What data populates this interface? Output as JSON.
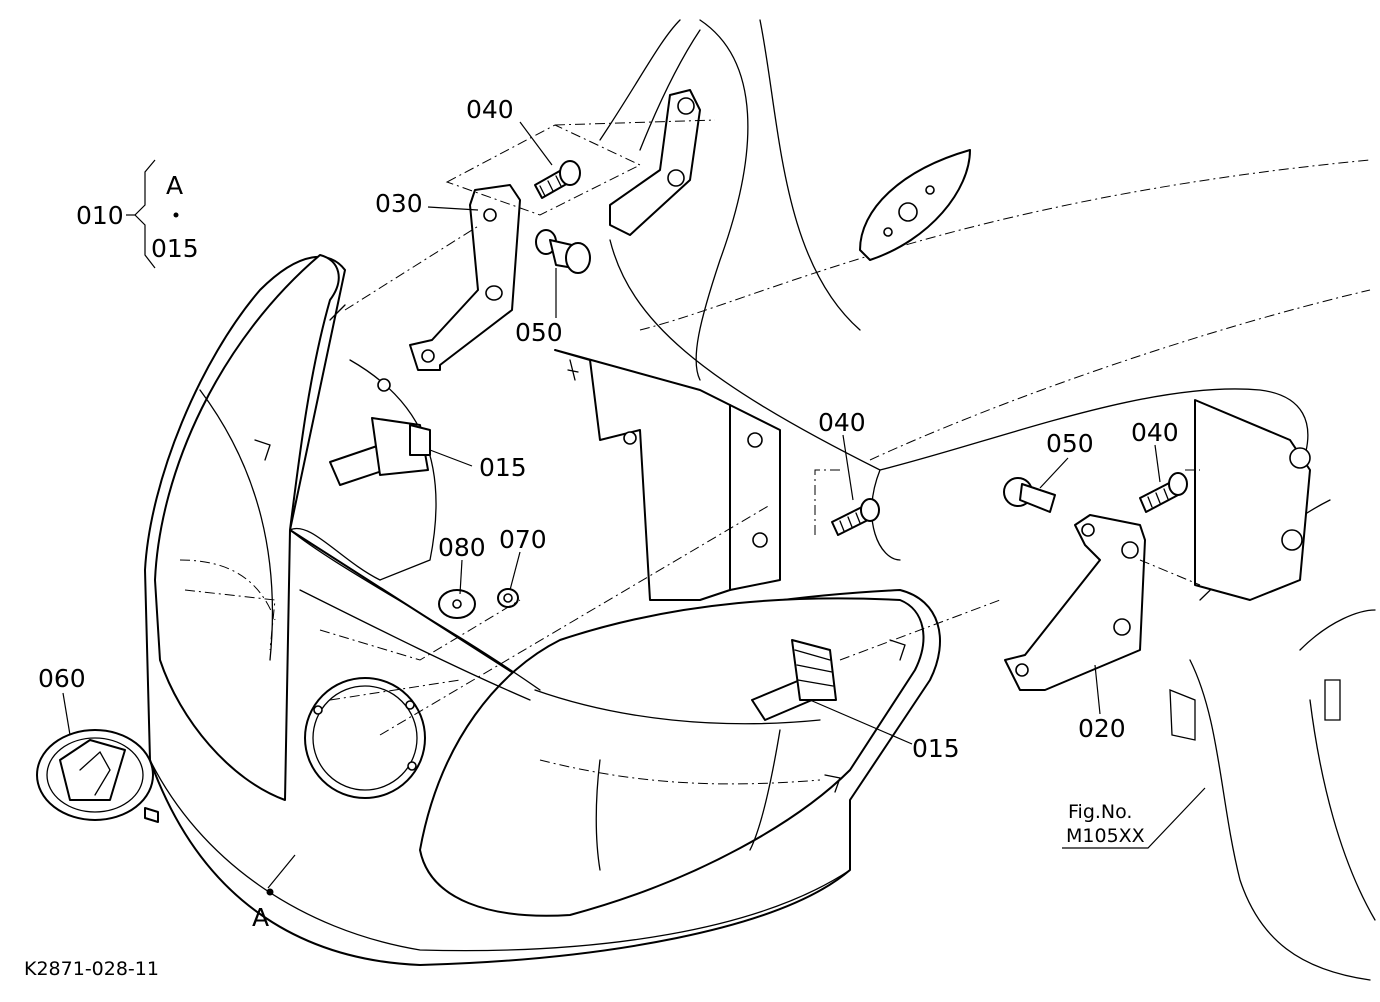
{
  "labels": {
    "p010": "010",
    "pA_top": "A",
    "p015_group": "015",
    "p040_top": "040",
    "p030": "030",
    "p050_left": "050",
    "p015_left": "015",
    "p080": "080",
    "p070": "070",
    "p040_mid": "040",
    "p050_right": "050",
    "p040_right": "040",
    "p020": "020",
    "p015_right": "015",
    "p060": "060",
    "pA_bottom": "A"
  },
  "figure": {
    "fig_label": "Fig.No.",
    "fig_number": "M105XX",
    "drawing_code": "K2871-028-11"
  }
}
